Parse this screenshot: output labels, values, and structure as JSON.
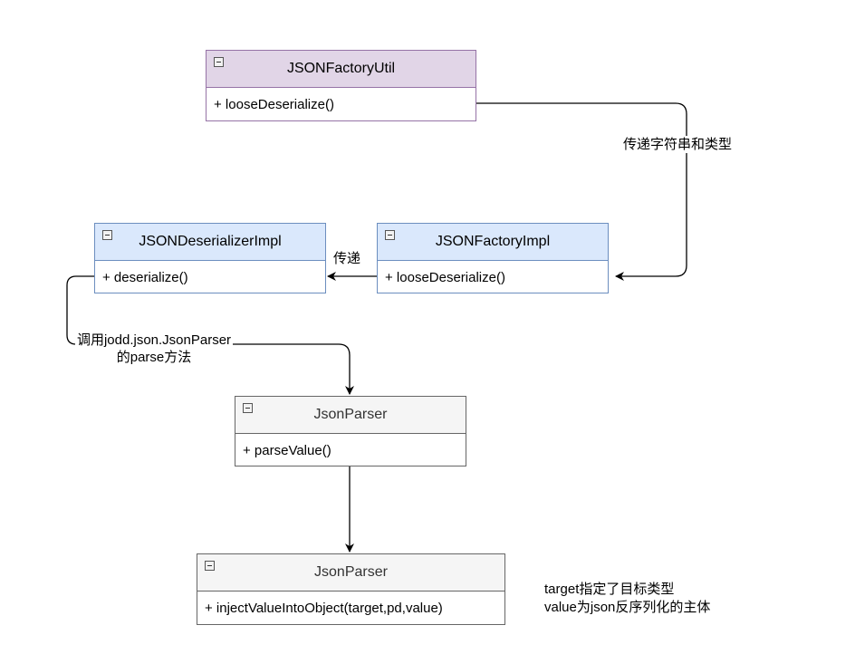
{
  "classes": {
    "json_factory_util": {
      "title": "JSONFactoryUtil",
      "method": "+ looseDeserialize()"
    },
    "json_deserializer_impl": {
      "title": "JSONDeserializerImpl",
      "method": "+ deserialize()"
    },
    "json_factory_impl": {
      "title": "JSONFactoryImpl",
      "method": "+ looseDeserialize()"
    },
    "json_parser_1": {
      "title": "JsonParser",
      "method": "+ parseValue()"
    },
    "json_parser_2": {
      "title": "JsonParser",
      "method": "+ injectValueIntoObject(target,pd,value)"
    }
  },
  "edges": {
    "util_to_factory_impl": "传递字符串和类型",
    "factory_impl_to_deserializer": "传递",
    "deserializer_to_parser_line1": "调用jodd.json.JsonParser",
    "deserializer_to_parser_line2": "的parse方法"
  },
  "note": {
    "line1": "target指定了目标类型",
    "line2": "value为json反序列化的主体"
  },
  "colors": {
    "purple_fill": "#e1d5e7",
    "purple_stroke": "#9673a6",
    "blue_fill": "#dae8fc",
    "blue_stroke": "#6c8ebf",
    "gray_fill": "#f5f5f5",
    "gray_stroke": "#666666"
  }
}
